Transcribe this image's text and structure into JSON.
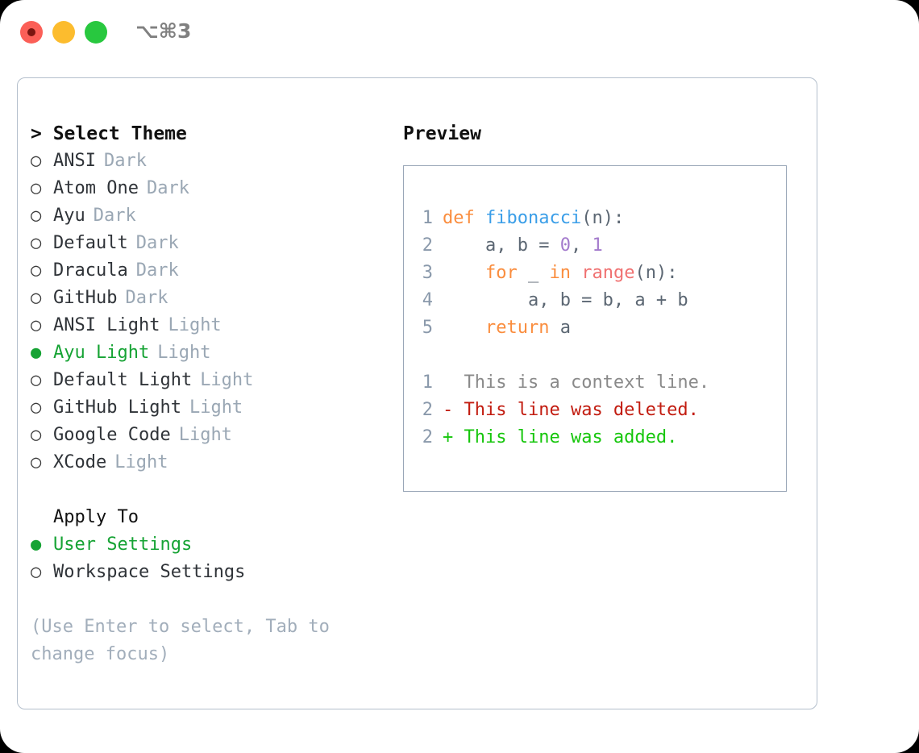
{
  "window": {
    "title": "⌥⌘3",
    "traffic_lights": [
      {
        "name": "close",
        "color": "#fb5f57"
      },
      {
        "name": "minimize",
        "color": "#fcbc2e"
      },
      {
        "name": "maximize",
        "color": "#28c83f"
      }
    ]
  },
  "theme_picker": {
    "heading": "> Select Theme",
    "items": [
      {
        "bullet": "○",
        "name": "ANSI",
        "variant": "Dark",
        "selected": false
      },
      {
        "bullet": "○",
        "name": "Atom One",
        "variant": "Dark",
        "selected": false
      },
      {
        "bullet": "○",
        "name": "Ayu",
        "variant": "Dark",
        "selected": false
      },
      {
        "bullet": "○",
        "name": "Default",
        "variant": "Dark",
        "selected": false
      },
      {
        "bullet": "○",
        "name": "Dracula",
        "variant": "Dark",
        "selected": false
      },
      {
        "bullet": "○",
        "name": "GitHub",
        "variant": "Dark",
        "selected": false
      },
      {
        "bullet": "○",
        "name": "ANSI Light",
        "variant": "Light",
        "selected": false
      },
      {
        "bullet": "●",
        "name": "Ayu Light",
        "variant": "Light",
        "selected": true
      },
      {
        "bullet": "○",
        "name": "Default Light",
        "variant": "Light",
        "selected": false
      },
      {
        "bullet": "○",
        "name": "GitHub Light",
        "variant": "Light",
        "selected": false
      },
      {
        "bullet": "○",
        "name": "Google Code",
        "variant": "Light",
        "selected": false
      },
      {
        "bullet": "○",
        "name": "XCode",
        "variant": "Light",
        "selected": false
      }
    ]
  },
  "apply_to": {
    "heading": "Apply To",
    "items": [
      {
        "bullet": "●",
        "name": "User Settings",
        "selected": true
      },
      {
        "bullet": "○",
        "name": "Workspace Settings",
        "selected": false
      }
    ]
  },
  "hint": "(Use Enter to select, Tab to change focus)",
  "preview": {
    "label": "Preview",
    "code_lines": [
      {
        "num": "1",
        "tokens": [
          {
            "t": "def",
            "c": "kw"
          },
          {
            "t": " ",
            "c": "plain"
          },
          {
            "t": "fibonacci",
            "c": "fn"
          },
          {
            "t": "(n):",
            "c": "punct"
          }
        ]
      },
      {
        "num": "2",
        "tokens": [
          {
            "t": "    a, b = ",
            "c": "plain"
          },
          {
            "t": "0",
            "c": "num"
          },
          {
            "t": ", ",
            "c": "plain"
          },
          {
            "t": "1",
            "c": "num"
          }
        ]
      },
      {
        "num": "3",
        "tokens": [
          {
            "t": "    ",
            "c": "plain"
          },
          {
            "t": "for",
            "c": "kw"
          },
          {
            "t": " _ ",
            "c": "plain"
          },
          {
            "t": "in",
            "c": "kw"
          },
          {
            "t": " ",
            "c": "plain"
          },
          {
            "t": "range",
            "c": "builtin"
          },
          {
            "t": "(n):",
            "c": "punct"
          }
        ]
      },
      {
        "num": "4",
        "tokens": [
          {
            "t": "        a, b = b, a + b",
            "c": "plain"
          }
        ]
      },
      {
        "num": "5",
        "tokens": [
          {
            "t": "    ",
            "c": "plain"
          },
          {
            "t": "return",
            "c": "kw"
          },
          {
            "t": " a",
            "c": "plain"
          }
        ]
      }
    ],
    "diff_lines": [
      {
        "num": "1",
        "marker": "  ",
        "text": "This is a context line.",
        "kind": "ctx"
      },
      {
        "num": "2",
        "marker": "- ",
        "text": "This line was deleted.",
        "kind": "del"
      },
      {
        "num": "2",
        "marker": "+ ",
        "text": "This line was added.",
        "kind": "add"
      }
    ]
  },
  "colors": {
    "accent_green": "#16a334",
    "muted": "#9aa7b4",
    "keyword": "#fa8d3e",
    "function": "#3a9ee8",
    "number": "#a37acc",
    "builtin": "#f07171",
    "plain": "#5c6773",
    "diff_deleted": "#c21c10",
    "diff_added": "#16c60c",
    "panel_border": "#b4bfcc"
  }
}
